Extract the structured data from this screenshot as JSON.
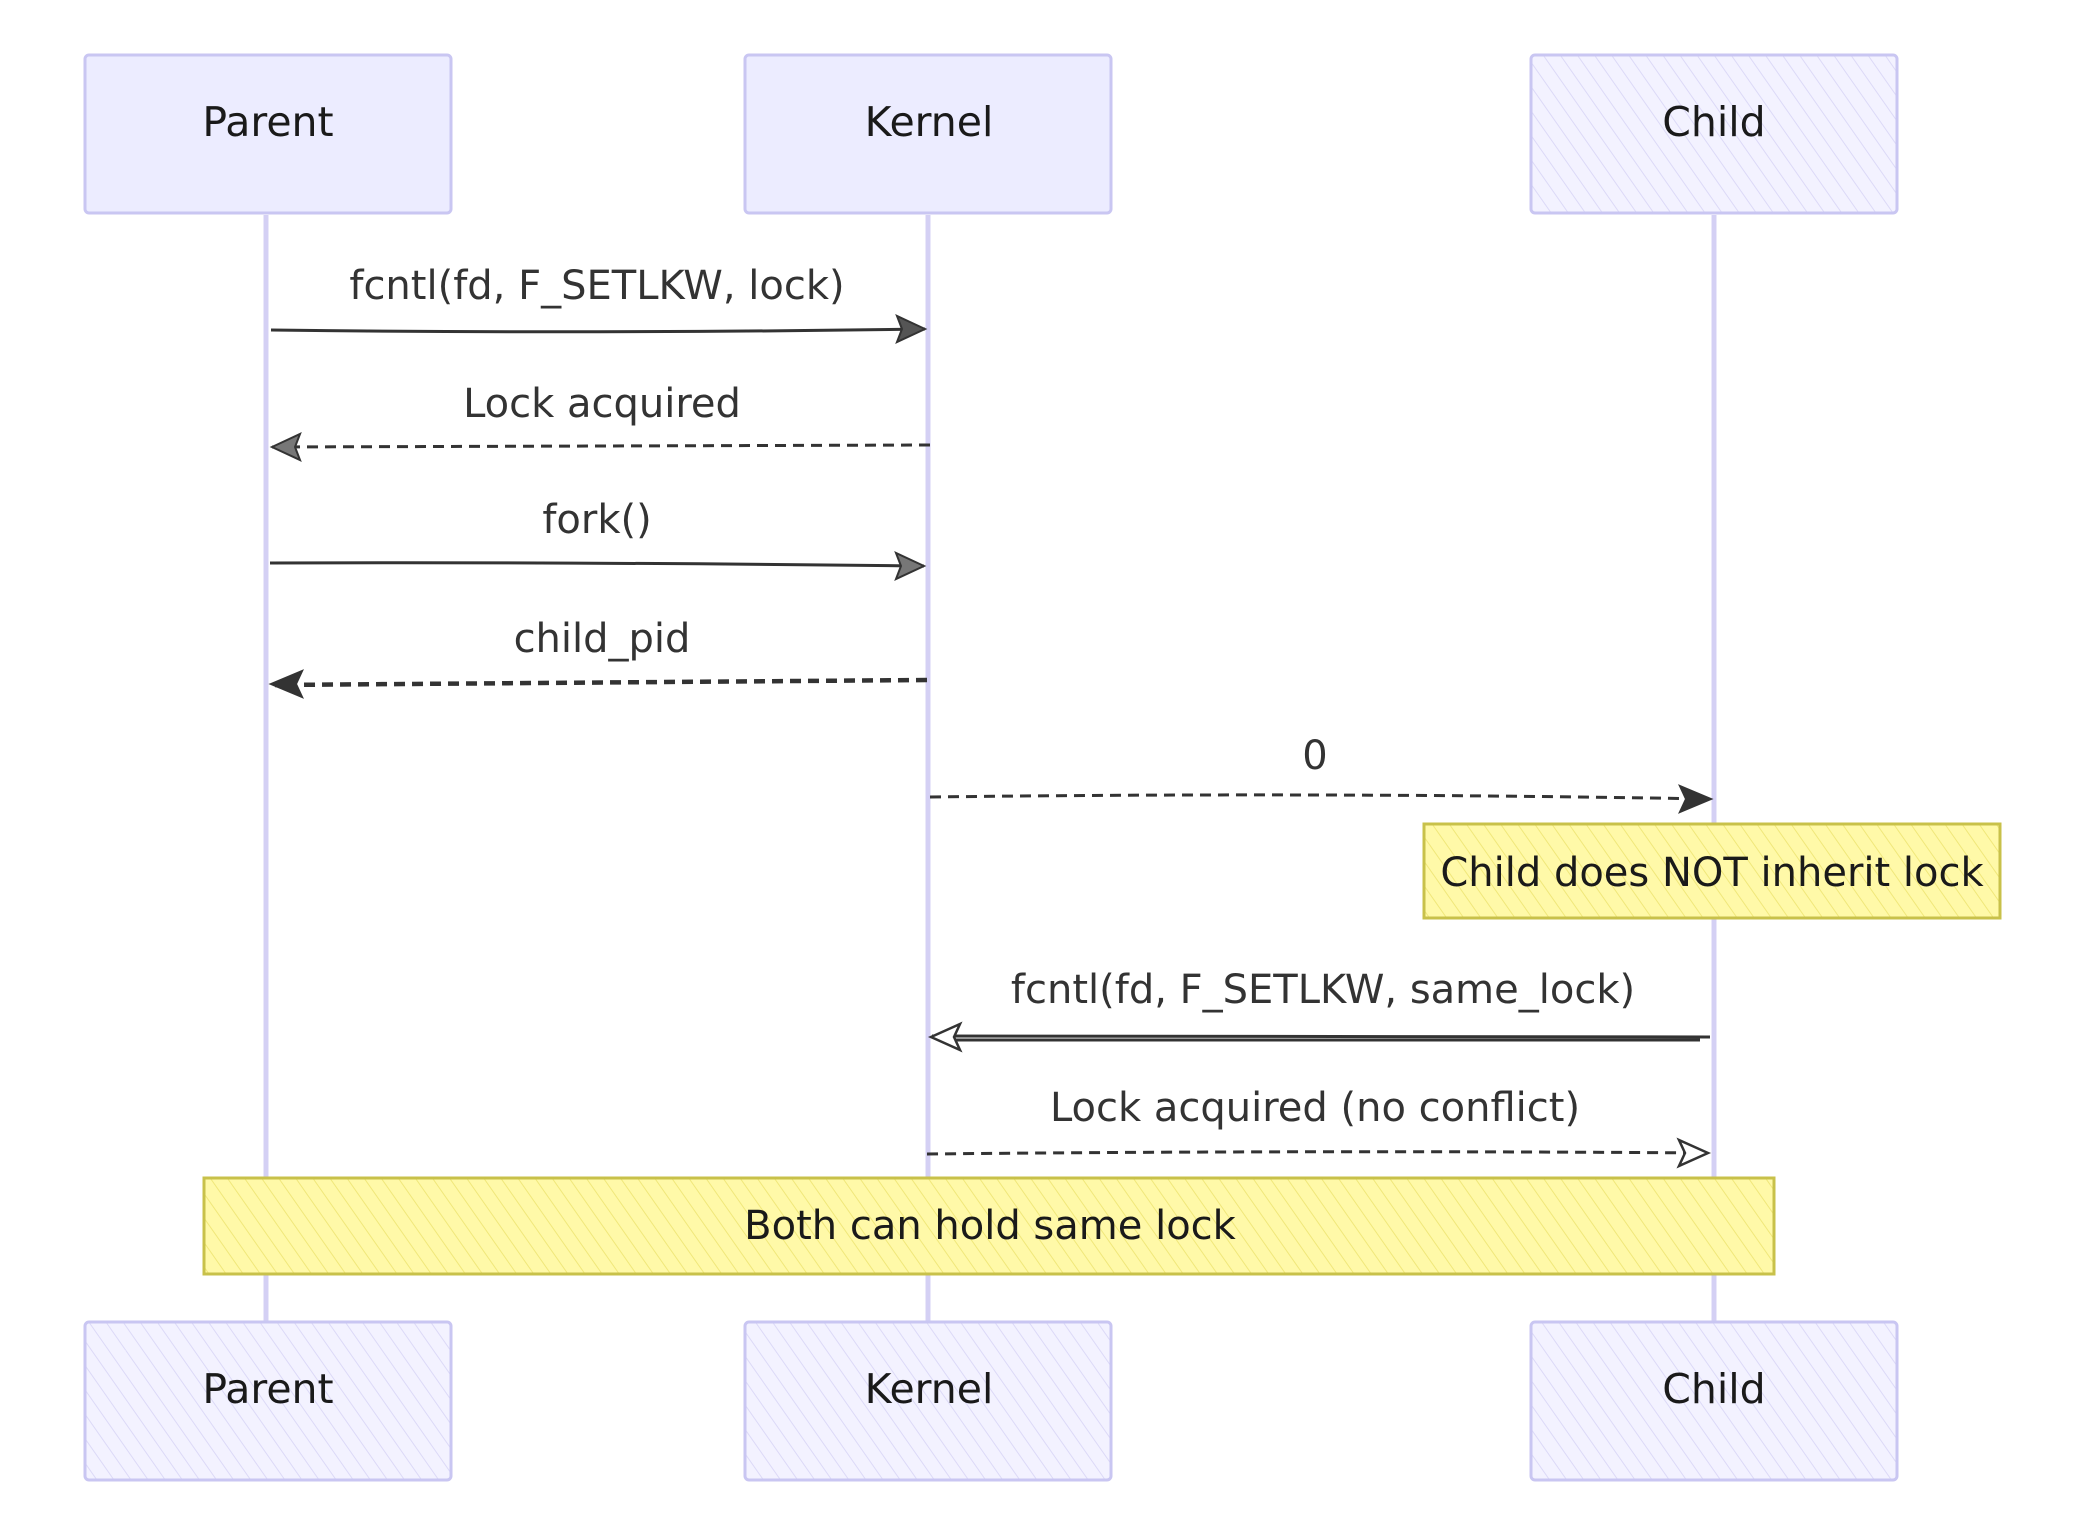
{
  "participants": {
    "parent": "Parent",
    "kernel": "Kernel",
    "child": "Child"
  },
  "messages": [
    {
      "from": "Parent",
      "to": "Kernel",
      "label": "fcntl(fd, F_SETLKW, lock)",
      "style": "solid"
    },
    {
      "from": "Kernel",
      "to": "Parent",
      "label": "Lock acquired",
      "style": "dashed"
    },
    {
      "from": "Parent",
      "to": "Kernel",
      "label": "fork()",
      "style": "solid"
    },
    {
      "from": "Kernel",
      "to": "Parent",
      "label": "child_pid",
      "style": "dashed"
    },
    {
      "from": "Kernel",
      "to": "Child",
      "label": "0",
      "style": "dashed"
    },
    {
      "from": "Child",
      "to": "Kernel",
      "label": "fcntl(fd, F_SETLKW, same_lock)",
      "style": "solid"
    },
    {
      "from": "Kernel",
      "to": "Child",
      "label": "Lock acquired (no conflict)",
      "style": "dashed"
    }
  ],
  "notes": {
    "child_note": "Child does NOT inherit lock",
    "both_note": "Both can hold same lock"
  },
  "colors": {
    "actor_fill": "#ECECFF",
    "actor_stroke": "#C9C6F2",
    "lifeline": "#D4D0F4",
    "note_fill": "#FFF9A8",
    "note_stroke": "#C8C14A",
    "line": "#333333"
  }
}
